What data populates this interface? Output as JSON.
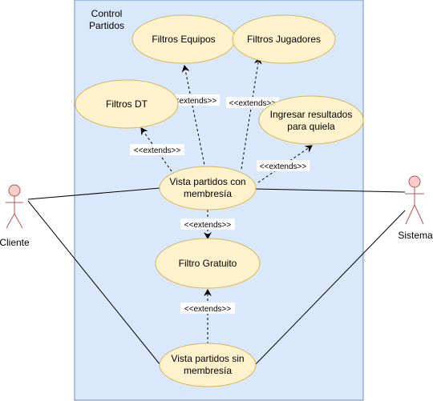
{
  "colors": {
    "boundary_fill": "#dae8fc",
    "boundary_stroke": "#6c8ebf",
    "usecase_fill": "#fff2cc",
    "usecase_stroke": "#d6b656",
    "actor_fill": "#f8cecc",
    "actor_stroke": "#b85450",
    "line": "#000000"
  },
  "boundary": {
    "title_line1": "Control",
    "title_line2": "Partidos"
  },
  "actors": {
    "cliente": "Cliente",
    "sistema": "Sistema"
  },
  "use_cases": {
    "filtros_equipos": "Filtros Equipos",
    "filtros_jugadores": "Filtros Jugadores",
    "filtros_dt": "Filtros DT",
    "ingresar_line1": "Ingresar resultados",
    "ingresar_line2": "para quiela",
    "vista_con_line1": "Vista partidos con",
    "vista_con_line2": "membresía",
    "filtro_gratuito": "Filtro Gratuito",
    "vista_sin_line1": "Vista partidos sin",
    "vista_sin_line2": "membresía"
  },
  "relations": {
    "extends_1": "<<extends>>",
    "extends_2": "<<extends>>",
    "extends_3": "<<extends>>",
    "extends_4": "<<extends>>",
    "extends_5": "<<extends>>",
    "extends_6": "<<extends>>"
  }
}
